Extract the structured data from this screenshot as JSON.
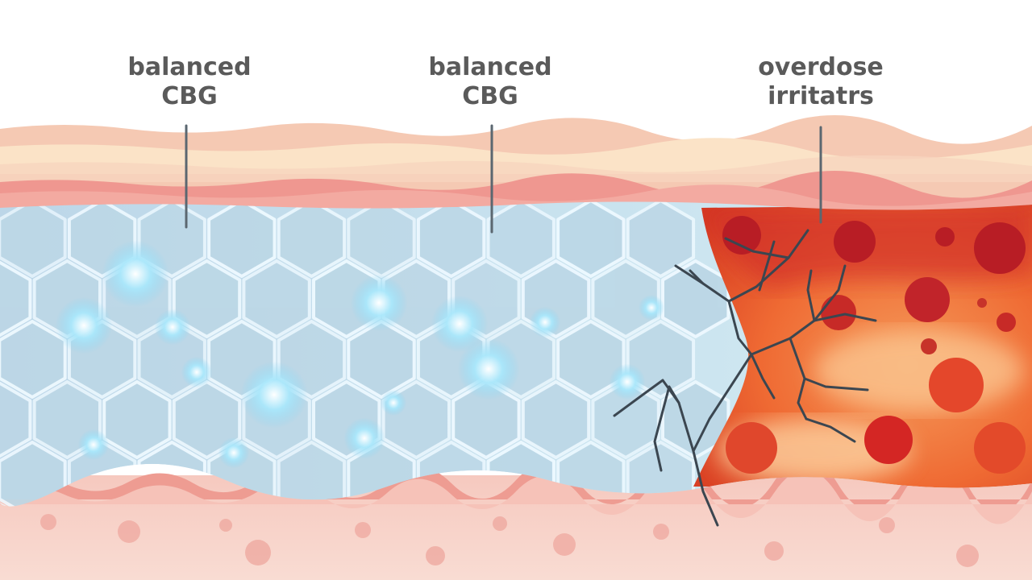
{
  "labels": [
    {
      "line1": "balanced",
      "line2": "CBG"
    },
    {
      "line1": "balanced",
      "line2": "CBG"
    },
    {
      "line1": "overdose",
      "line2": "irritatrs"
    }
  ],
  "colors": {
    "label_text": "#5a5a5a",
    "pointer_line": "#5b6770",
    "healthy_cell_fill": "#c7e0ec",
    "healthy_cell_edge": "#eaf8ff",
    "healthy_glow": "#8fd7f3",
    "irritated_hot": "#e23a1c",
    "irritated_warm": "#f57a3c",
    "irritated_dark_dot": "#b81d25",
    "crack": "#3b4650",
    "epidermis_top": "#f6cfb8",
    "epidermis_band": "#fbe4c8",
    "membrane": "#ee8f88",
    "dermis": "#f7d0c7"
  }
}
